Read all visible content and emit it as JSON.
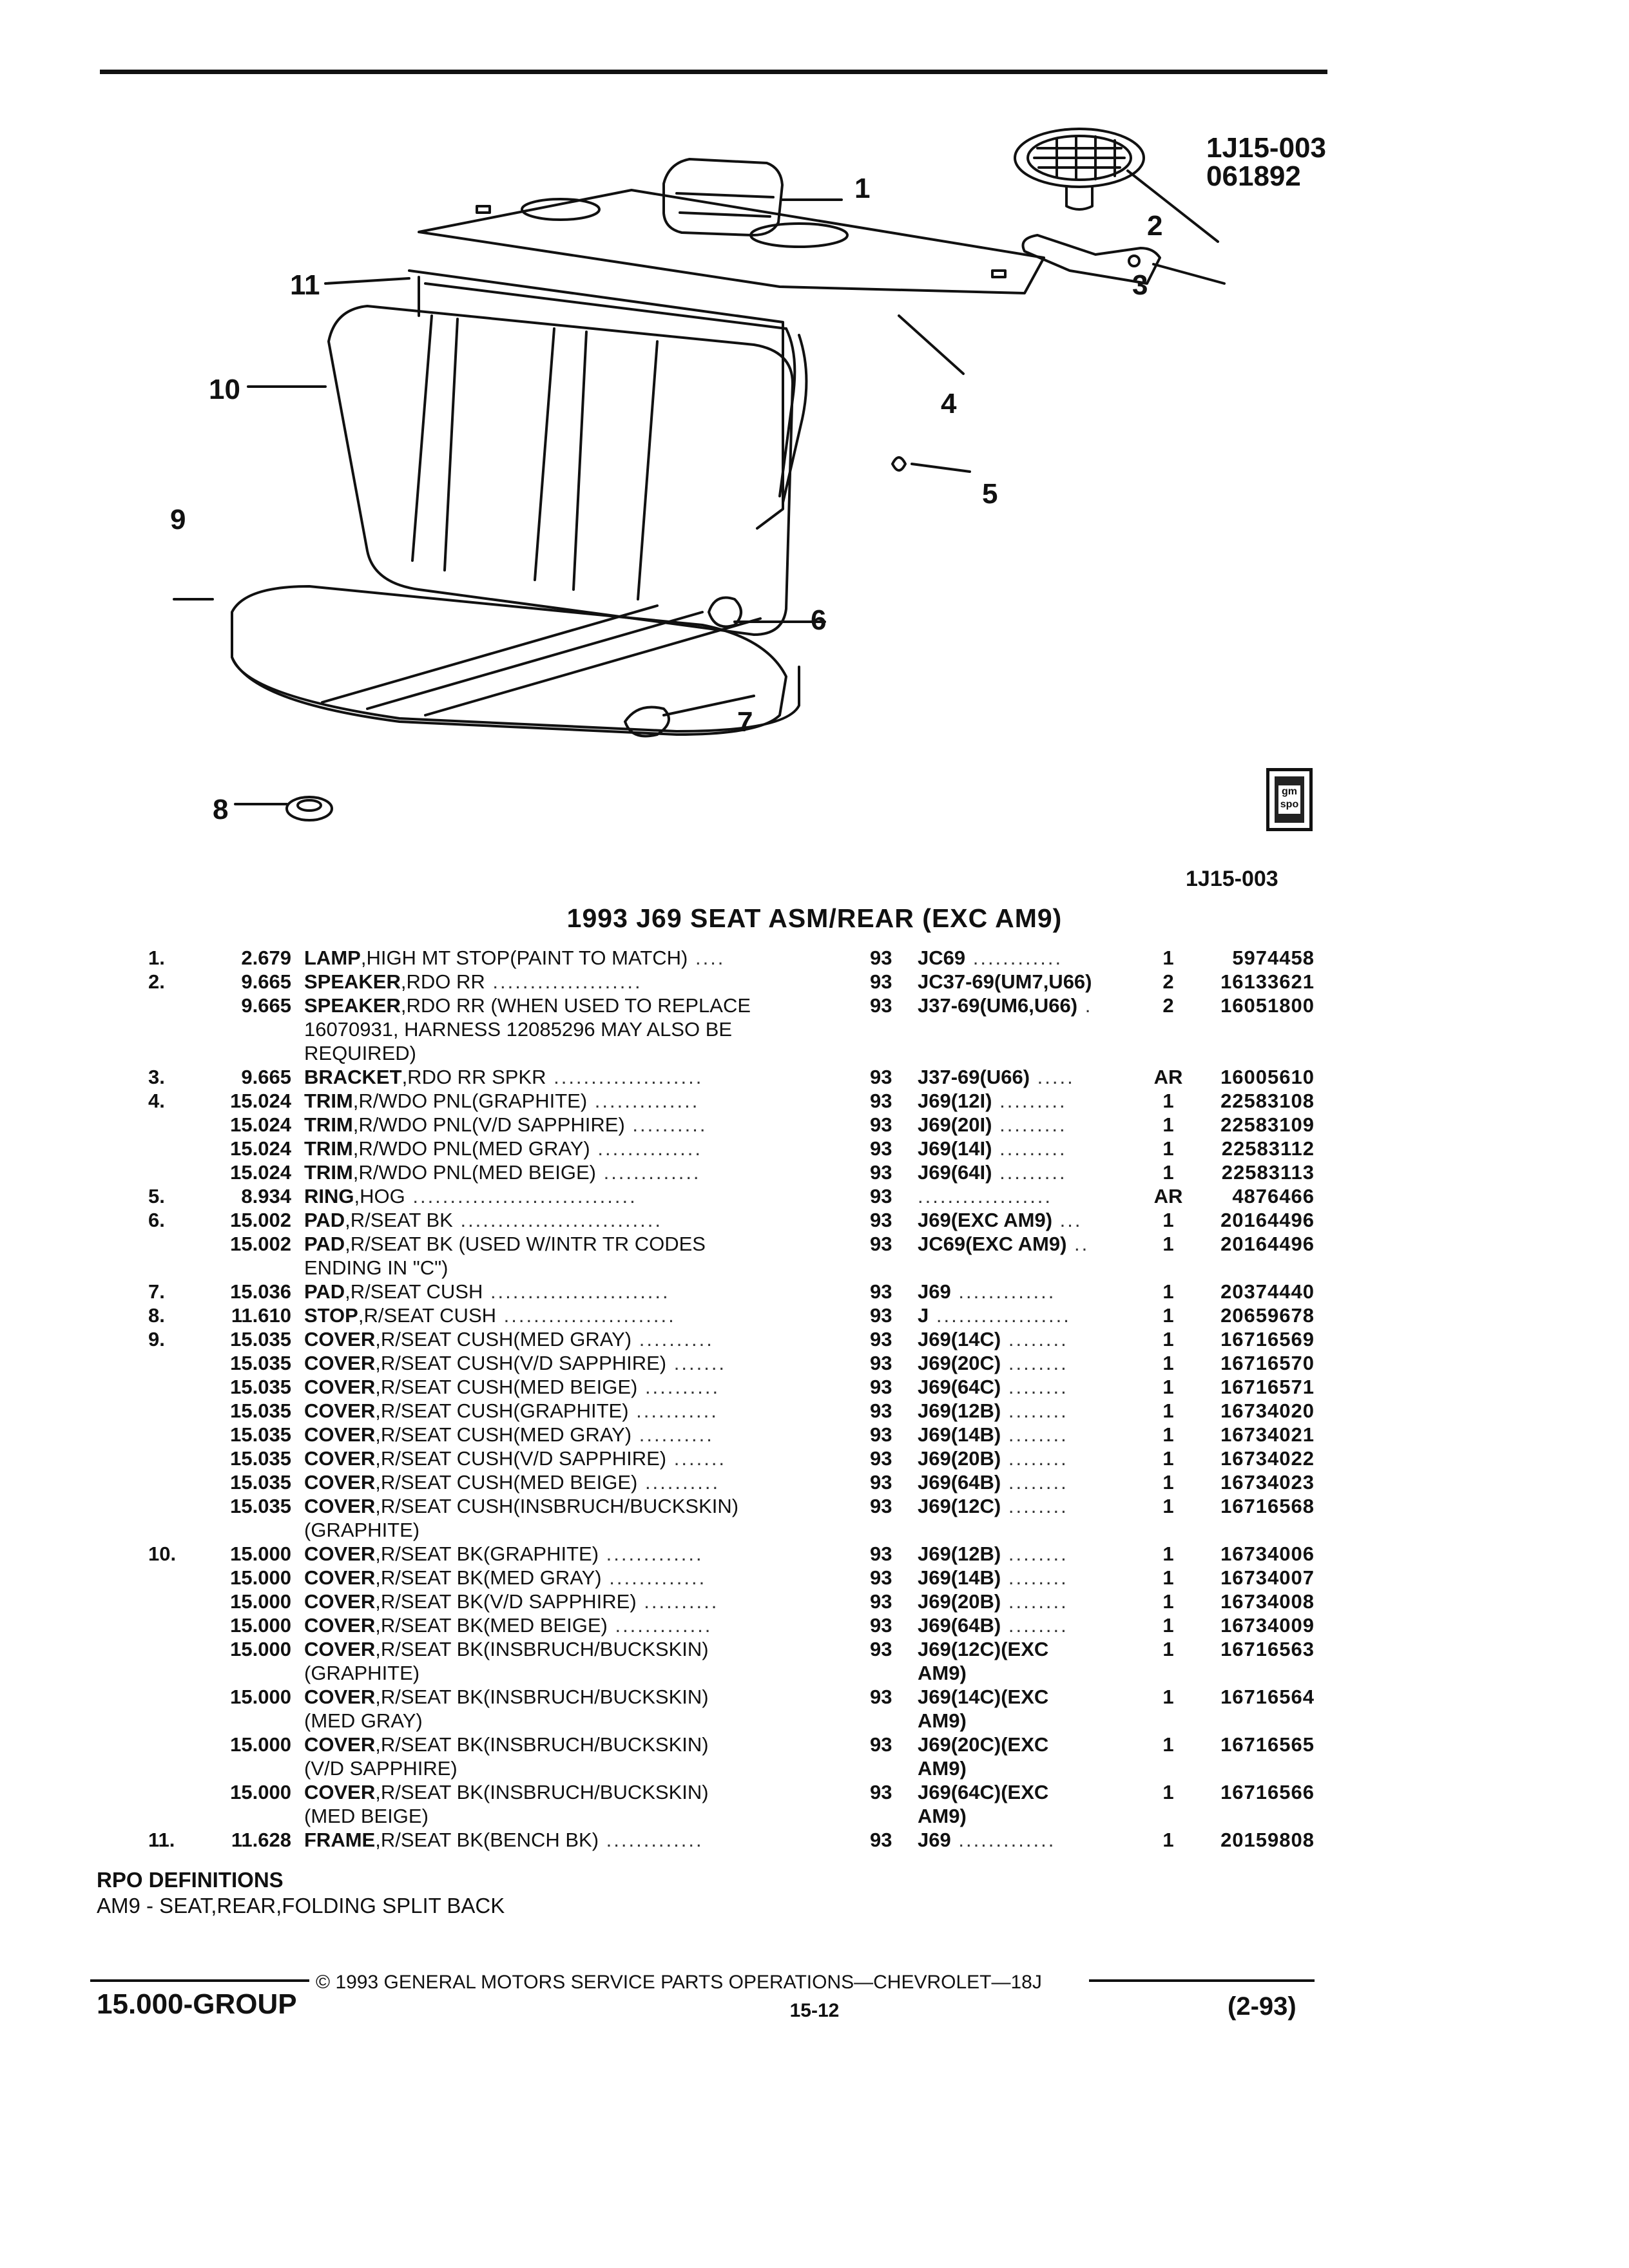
{
  "header": {
    "figure_id": "1J15-003",
    "figure_date": "061892",
    "figure_ref": "1J15-003"
  },
  "diagram": {
    "callouts": [
      "1",
      "2",
      "3",
      "4",
      "5",
      "6",
      "7",
      "8",
      "9",
      "10",
      "11"
    ],
    "logo_text": "gm spo"
  },
  "title": "1993 J69 SEAT ASM/REAR (EXC AM9)",
  "parts": [
    {
      "num": "1.",
      "val": "2.679",
      "name": "LAMP",
      "rest": ",HIGH MT STOP(PAINT TO MATCH)",
      "leader": " ....",
      "yr": "93",
      "opt": "JC69",
      "optleader": " ............",
      "qty": "1",
      "pn": "5974458"
    },
    {
      "num": "2.",
      "val": "9.665",
      "name": "SPEAKER",
      "rest": ",RDO RR",
      "leader": " ....................",
      "yr": "93",
      "opt": "JC37-69(UM7,U66)",
      "optleader": "",
      "qty": "2",
      "pn": "16133621"
    },
    {
      "num": "",
      "val": "9.665",
      "name": "SPEAKER",
      "rest": ",RDO RR (WHEN USED TO REPLACE",
      "leader": "",
      "yr": "93",
      "opt": "J37-69(UM6,U66)",
      "optleader": " .",
      "qty": "2",
      "pn": "16051800"
    },
    {
      "num": "",
      "val": "",
      "name": "",
      "rest": "16070931, HARNESS 12085296 MAY ALSO BE",
      "leader": "",
      "yr": "",
      "opt": "",
      "optleader": "",
      "qty": "",
      "pn": ""
    },
    {
      "num": "",
      "val": "",
      "name": "",
      "rest": "REQUIRED)",
      "leader": "",
      "yr": "",
      "opt": "",
      "optleader": "",
      "qty": "",
      "pn": ""
    },
    {
      "num": "3.",
      "val": "9.665",
      "name": "BRACKET",
      "rest": ",RDO RR SPKR",
      "leader": " ....................",
      "yr": "93",
      "opt": "J37-69(U66)",
      "optleader": " .....",
      "qty": "AR",
      "pn": "16005610"
    },
    {
      "num": "4.",
      "val": "15.024",
      "name": "TRIM",
      "rest": ",R/WDO PNL(GRAPHITE)",
      "leader": " ..............",
      "yr": "93",
      "opt": "J69(12I)",
      "optleader": " .........",
      "qty": "1",
      "pn": "22583108"
    },
    {
      "num": "",
      "val": "15.024",
      "name": "TRIM",
      "rest": ",R/WDO PNL(V/D SAPPHIRE)",
      "leader": " ..........",
      "yr": "93",
      "opt": "J69(20I)",
      "optleader": " .........",
      "qty": "1",
      "pn": "22583109"
    },
    {
      "num": "",
      "val": "15.024",
      "name": "TRIM",
      "rest": ",R/WDO PNL(MED GRAY)",
      "leader": " ..............",
      "yr": "93",
      "opt": "J69(14I)",
      "optleader": " .........",
      "qty": "1",
      "pn": "22583112"
    },
    {
      "num": "",
      "val": "15.024",
      "name": "TRIM",
      "rest": ",R/WDO PNL(MED BEIGE)",
      "leader": " .............",
      "yr": "93",
      "opt": "J69(64I)",
      "optleader": " .........",
      "qty": "1",
      "pn": "22583113"
    },
    {
      "num": "5.",
      "val": "8.934",
      "name": "RING",
      "rest": ",HOG",
      "leader": " ..............................",
      "yr": "93",
      "opt": "",
      "optleader": " ..................",
      "qty": "AR",
      "pn": "4876466"
    },
    {
      "num": "6.",
      "val": "15.002",
      "name": "PAD",
      "rest": ",R/SEAT BK",
      "leader": " ...........................",
      "yr": "93",
      "opt": "J69(EXC AM9)",
      "optleader": " ...",
      "qty": "1",
      "pn": "20164496"
    },
    {
      "num": "",
      "val": "15.002",
      "name": "PAD",
      "rest": ",R/SEAT BK (USED W/INTR TR CODES",
      "leader": "",
      "yr": "93",
      "opt": "JC69(EXC AM9)",
      "optleader": " ..",
      "qty": "1",
      "pn": "20164496"
    },
    {
      "num": "",
      "val": "",
      "name": "",
      "rest": "ENDING IN \"C\")",
      "leader": "",
      "yr": "",
      "opt": "",
      "optleader": "",
      "qty": "",
      "pn": ""
    },
    {
      "num": "7.",
      "val": "15.036",
      "name": "PAD",
      "rest": ",R/SEAT CUSH",
      "leader": " ........................",
      "yr": "93",
      "opt": "J69",
      "optleader": " .............",
      "qty": "1",
      "pn": "20374440"
    },
    {
      "num": "8.",
      "val": "11.610",
      "name": "STOP",
      "rest": ",R/SEAT CUSH",
      "leader": " .......................",
      "yr": "93",
      "opt": "J",
      "optleader": " ..................",
      "qty": "1",
      "pn": "20659678"
    },
    {
      "num": "9.",
      "val": "15.035",
      "name": "COVER",
      "rest": ",R/SEAT CUSH(MED GRAY)",
      "leader": " ..........",
      "yr": "93",
      "opt": "J69(14C)",
      "optleader": " ........",
      "qty": "1",
      "pn": "16716569"
    },
    {
      "num": "",
      "val": "15.035",
      "name": "COVER",
      "rest": ",R/SEAT CUSH(V/D SAPPHIRE)",
      "leader": " .......",
      "yr": "93",
      "opt": "J69(20C)",
      "optleader": " ........",
      "qty": "1",
      "pn": "16716570"
    },
    {
      "num": "",
      "val": "15.035",
      "name": "COVER",
      "rest": ",R/SEAT CUSH(MED BEIGE)",
      "leader": " ..........",
      "yr": "93",
      "opt": "J69(64C)",
      "optleader": " ........",
      "qty": "1",
      "pn": "16716571"
    },
    {
      "num": "",
      "val": "15.035",
      "name": "COVER",
      "rest": ",R/SEAT CUSH(GRAPHITE)",
      "leader": " ...........",
      "yr": "93",
      "opt": "J69(12B)",
      "optleader": " ........",
      "qty": "1",
      "pn": "16734020"
    },
    {
      "num": "",
      "val": "15.035",
      "name": "COVER",
      "rest": ",R/SEAT CUSH(MED GRAY)",
      "leader": " ..........",
      "yr": "93",
      "opt": "J69(14B)",
      "optleader": " ........",
      "qty": "1",
      "pn": "16734021"
    },
    {
      "num": "",
      "val": "15.035",
      "name": "COVER",
      "rest": ",R/SEAT CUSH(V/D SAPPHIRE)",
      "leader": " .......",
      "yr": "93",
      "opt": "J69(20B)",
      "optleader": " ........",
      "qty": "1",
      "pn": "16734022"
    },
    {
      "num": "",
      "val": "15.035",
      "name": "COVER",
      "rest": ",R/SEAT CUSH(MED BEIGE)",
      "leader": " ..........",
      "yr": "93",
      "opt": "J69(64B)",
      "optleader": " ........",
      "qty": "1",
      "pn": "16734023"
    },
    {
      "num": "",
      "val": "15.035",
      "name": "COVER",
      "rest": ",R/SEAT CUSH(INSBRUCH/BUCKSKIN)",
      "leader": "",
      "yr": "93",
      "opt": "J69(12C)",
      "optleader": " ........",
      "qty": "1",
      "pn": "16716568"
    },
    {
      "num": "",
      "val": "",
      "name": "",
      "rest": "(GRAPHITE)",
      "leader": "",
      "yr": "",
      "opt": "",
      "optleader": "",
      "qty": "",
      "pn": ""
    },
    {
      "num": "10.",
      "val": "15.000",
      "name": "COVER",
      "rest": ",R/SEAT BK(GRAPHITE)",
      "leader": " .............",
      "yr": "93",
      "opt": "J69(12B)",
      "optleader": " ........",
      "qty": "1",
      "pn": "16734006"
    },
    {
      "num": "",
      "val": "15.000",
      "name": "COVER",
      "rest": ",R/SEAT BK(MED GRAY)",
      "leader": " .............",
      "yr": "93",
      "opt": "J69(14B)",
      "optleader": " ........",
      "qty": "1",
      "pn": "16734007"
    },
    {
      "num": "",
      "val": "15.000",
      "name": "COVER",
      "rest": ",R/SEAT BK(V/D SAPPHIRE)",
      "leader": " ..........",
      "yr": "93",
      "opt": "J69(20B)",
      "optleader": " ........",
      "qty": "1",
      "pn": "16734008"
    },
    {
      "num": "",
      "val": "15.000",
      "name": "COVER",
      "rest": ",R/SEAT BK(MED BEIGE)",
      "leader": " .............",
      "yr": "93",
      "opt": "J69(64B)",
      "optleader": " ........",
      "qty": "1",
      "pn": "16734009"
    },
    {
      "num": "",
      "val": "15.000",
      "name": "COVER",
      "rest": ",R/SEAT BK(INSBRUCH/BUCKSKIN)",
      "leader": "",
      "yr": "93",
      "opt": "J69(12C)(EXC",
      "optleader": "",
      "qty": "1",
      "pn": "16716563"
    },
    {
      "num": "",
      "val": "",
      "name": "",
      "rest": "(GRAPHITE)",
      "leader": "",
      "yr": "",
      "opt": "AM9)",
      "optleader": "",
      "qty": "",
      "pn": ""
    },
    {
      "num": "",
      "val": "15.000",
      "name": "COVER",
      "rest": ",R/SEAT BK(INSBRUCH/BUCKSKIN)",
      "leader": "",
      "yr": "93",
      "opt": "J69(14C)(EXC",
      "optleader": "",
      "qty": "1",
      "pn": "16716564"
    },
    {
      "num": "",
      "val": "",
      "name": "",
      "rest": "(MED GRAY)",
      "leader": "",
      "yr": "",
      "opt": "AM9)",
      "optleader": "",
      "qty": "",
      "pn": ""
    },
    {
      "num": "",
      "val": "15.000",
      "name": "COVER",
      "rest": ",R/SEAT BK(INSBRUCH/BUCKSKIN)",
      "leader": "",
      "yr": "93",
      "opt": "J69(20C)(EXC",
      "optleader": "",
      "qty": "1",
      "pn": "16716565"
    },
    {
      "num": "",
      "val": "",
      "name": "",
      "rest": "(V/D SAPPHIRE)",
      "leader": "",
      "yr": "",
      "opt": "AM9)",
      "optleader": "",
      "qty": "",
      "pn": ""
    },
    {
      "num": "",
      "val": "15.000",
      "name": "COVER",
      "rest": ",R/SEAT BK(INSBRUCH/BUCKSKIN)",
      "leader": "",
      "yr": "93",
      "opt": "J69(64C)(EXC",
      "optleader": "",
      "qty": "1",
      "pn": "16716566"
    },
    {
      "num": "",
      "val": "",
      "name": "",
      "rest": "(MED BEIGE)",
      "leader": "",
      "yr": "",
      "opt": "AM9)",
      "optleader": "",
      "qty": "",
      "pn": ""
    },
    {
      "num": "11.",
      "val": "11.628",
      "name": "FRAME",
      "rest": ",R/SEAT BK(BENCH BK)",
      "leader": " .............",
      "yr": "93",
      "opt": "J69",
      "optleader": " .............",
      "qty": "1",
      "pn": "20159808"
    }
  ],
  "rpo": {
    "heading": "RPO DEFINITIONS",
    "definition": "AM9 - SEAT,REAR,FOLDING SPLIT BACK"
  },
  "footer": {
    "copyright": "© 1993 GENERAL MOTORS SERVICE PARTS OPERATIONS—CHEVROLET—18J",
    "group": "15.000-GROUP",
    "page": "15-12",
    "date": "(2-93)"
  }
}
